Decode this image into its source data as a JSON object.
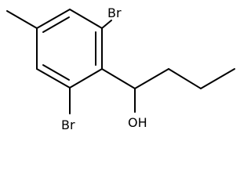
{
  "molecule": {
    "atoms": {
      "br_top": "Br",
      "br_bottom": "Br",
      "hydroxyl": "OH"
    }
  },
  "colors": {
    "bond": "#000000",
    "text": "#000000",
    "background": "#ffffff"
  }
}
